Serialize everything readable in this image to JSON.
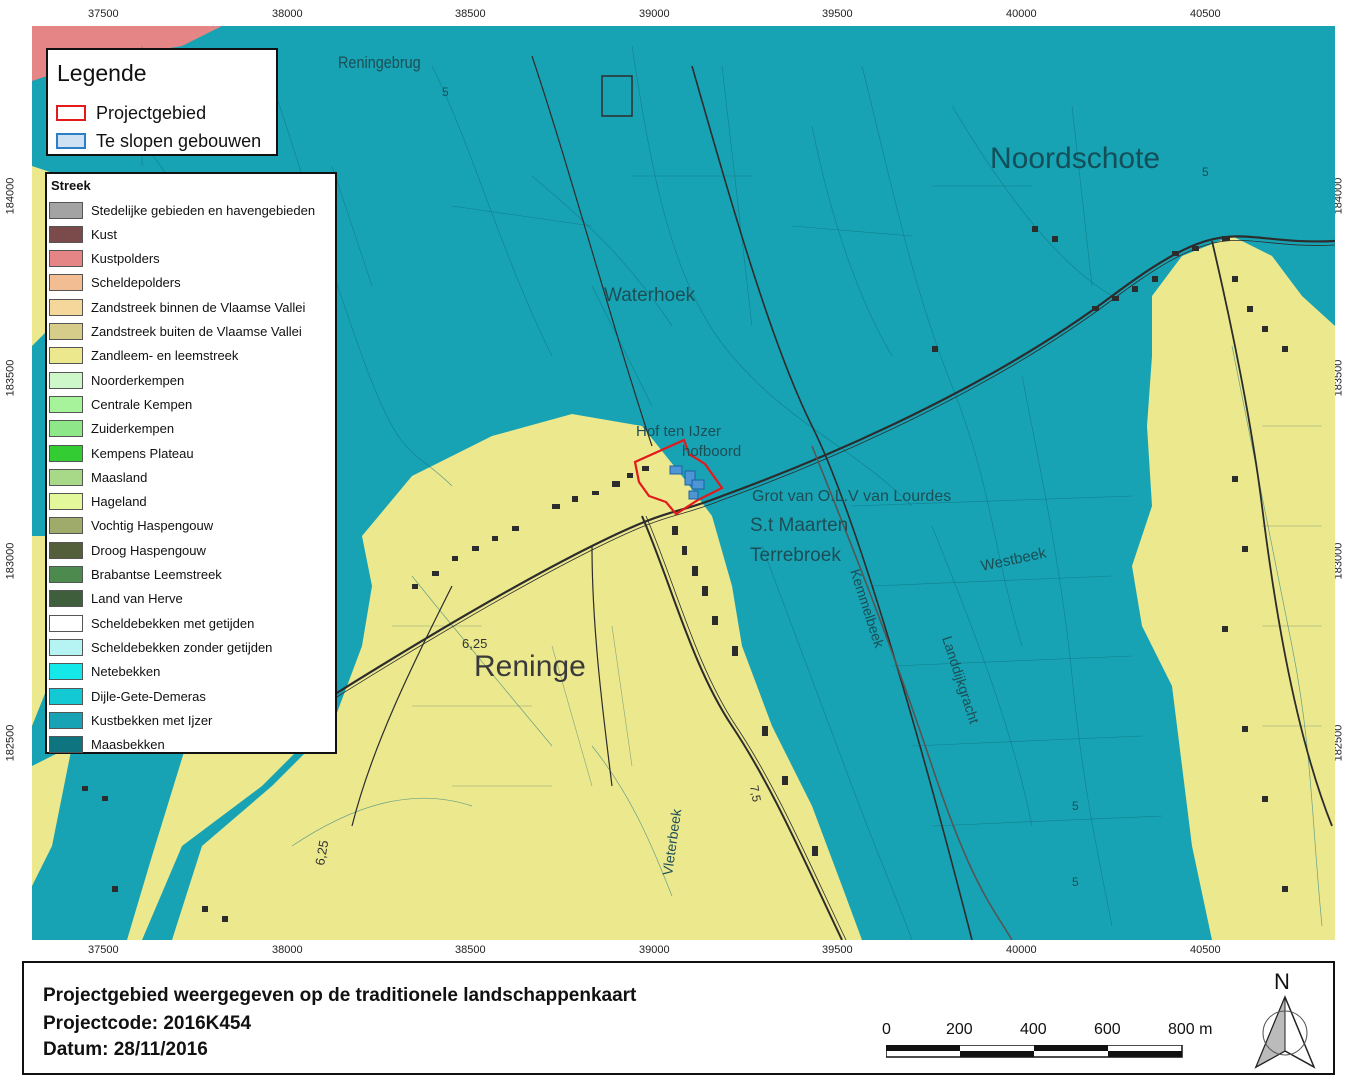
{
  "map": {
    "x_ticks": [
      "37500",
      "38000",
      "38500",
      "39000",
      "39500",
      "40000",
      "40500"
    ],
    "y_ticks": [
      "184000",
      "183500",
      "183000",
      "182500"
    ],
    "place_labels": {
      "reningebrug": "Reningebrug",
      "noordschote": "Noordschote",
      "waterhoek": "Waterhoek",
      "reninge": "Reninge",
      "hof_ten_ijzer": "Hof ten IJzer",
      "hofstede": "hofboord",
      "grot": "Grot van O.L.V van Lourdes",
      "st_maarten": "S.t Maarten",
      "terrebroek": "Terrebroek",
      "westbeek": "Westbeek",
      "kemmelbeek": "Kemmelbeek",
      "landdijkgracht": "Landdijkgracht",
      "vleterbeek": "Vleterbeek",
      "h625a": "6,25",
      "h625b": "6,25",
      "h75": "7,5",
      "h5a": "5",
      "h5b": "5",
      "h5c": "5",
      "h5d": "5"
    },
    "colors": {
      "kustbekken": "#17a3b4",
      "zandleem": "#ece88e",
      "kustpolders": "#e58585",
      "project": "#e31a1c",
      "slopen": "#2b7fc7"
    }
  },
  "legend_top": {
    "title": "Legende",
    "items": [
      {
        "label": "Projectgebied",
        "fill": "#ffffff",
        "stroke": "#e31a1c"
      },
      {
        "label": "Te slopen gebouwen",
        "fill": "#cfe2f3",
        "stroke": "#2b7fc7"
      }
    ]
  },
  "legend_streek": {
    "title": "Streek",
    "items": [
      {
        "label": "Stedelijke gebieden en havengebieden",
        "color": "#a3a3a3"
      },
      {
        "label": "Kust",
        "color": "#7b4a4a"
      },
      {
        "label": "Kustpolders",
        "color": "#e58585"
      },
      {
        "label": "Scheldepolders",
        "color": "#f2bd93"
      },
      {
        "label": "Zandstreek binnen de Vlaamse Vallei",
        "color": "#f6d79b"
      },
      {
        "label": "Zandstreek buiten de Vlaamse Vallei",
        "color": "#d6cd8a"
      },
      {
        "label": "Zandleem- en leemstreek",
        "color": "#ece88e"
      },
      {
        "label": "Noorderkempen",
        "color": "#cdf7c8"
      },
      {
        "label": "Centrale Kempen",
        "color": "#a6f39b"
      },
      {
        "label": "Zuiderkempen",
        "color": "#8ee88a"
      },
      {
        "label": "Kempens Plateau",
        "color": "#33cc33"
      },
      {
        "label": "Maasland",
        "color": "#a8d989"
      },
      {
        "label": "Hageland",
        "color": "#e3f79b"
      },
      {
        "label": "Vochtig Haspengouw",
        "color": "#9fab6b"
      },
      {
        "label": "Droog Haspengouw",
        "color": "#535f3b"
      },
      {
        "label": "Brabantse Leemstreek",
        "color": "#4d8a4d"
      },
      {
        "label": "Land van Herve",
        "color": "#3f5f3c"
      },
      {
        "label": "Scheldebekken met getijden",
        "color": "#ffffff"
      },
      {
        "label": "Scheldebekken zonder getijden",
        "color": "#b6f4f4"
      },
      {
        "label": "Netebekken",
        "color": "#15e8e8"
      },
      {
        "label": "Dijle-Gete-Demeras",
        "color": "#13c9d3"
      },
      {
        "label": "Kustbekken met Ijzer",
        "color": "#17a3b4"
      },
      {
        "label": "Maasbekken",
        "color": "#0e7480"
      }
    ]
  },
  "footer": {
    "title": "Projectgebied weergegeven op de traditionele landschappenkaart",
    "code": "Projectcode: 2016K454",
    "date": "Datum: 28/11/2016",
    "scale_labels": [
      "0",
      "200",
      "400",
      "600",
      "800 m"
    ],
    "north": "N"
  }
}
